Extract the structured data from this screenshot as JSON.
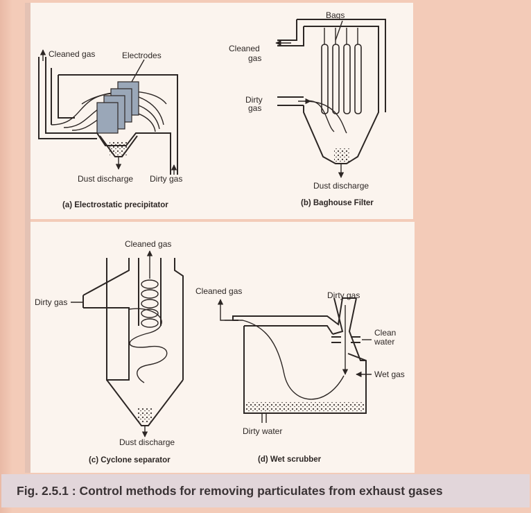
{
  "figure": {
    "caption": "Fig. 2.5.1 : Control methods for removing particulates from exhaust gases"
  },
  "panels": {
    "esp": {
      "title": "(a) Electrostatic precipitator",
      "cleaned_gas": "Cleaned gas",
      "electrodes": "Electrodes",
      "dust_discharge": "Dust discharge",
      "dirty_gas": "Dirty gas"
    },
    "baghouse": {
      "title": "(b) Baghouse Filter",
      "bags": "Bags",
      "cleaned_gas_1": "Cleaned",
      "cleaned_gas_2": "gas",
      "dirty_gas_1": "Dirty",
      "dirty_gas_2": "gas",
      "dust_discharge": "Dust discharge"
    },
    "cyclone": {
      "title": "(c) Cyclone separator",
      "cleaned_gas": "Cleaned gas",
      "dirty_gas": "Dirty gas",
      "dust_discharge": "Dust discharge"
    },
    "scrubber": {
      "title": "(d) Wet scrubber",
      "cleaned_gas": "Cleaned gas",
      "dirty_gas": "Dirty gas",
      "clean_water_1": "Clean",
      "clean_water_2": "water",
      "wet_gas": "Wet gas",
      "dirty_water": "Dirty water"
    }
  },
  "colors": {
    "background": "#f3cbb8",
    "page": "#fbf4ee",
    "ink": "#2c2624",
    "electrode": "#9aa7b8",
    "caption_bar": "#e2d6da"
  }
}
